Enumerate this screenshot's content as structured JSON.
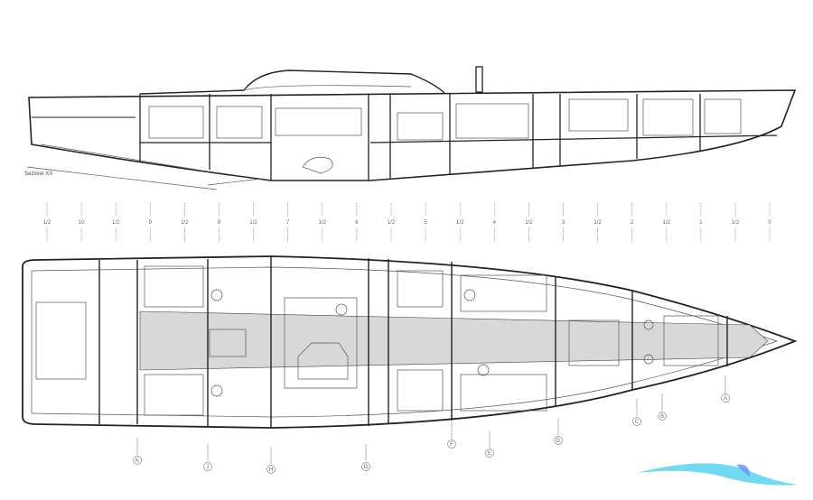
{
  "profile": {
    "section_label": "Sezione XX"
  },
  "stations": [
    "1/2",
    "10",
    "1/2",
    "9",
    "1/2",
    "8",
    "1/2",
    "7",
    "1/2",
    "6",
    "1/2",
    "5",
    "1/2",
    "4",
    "1/2",
    "3",
    "1/2",
    "2",
    "1/2",
    "1",
    "1/2",
    "0"
  ],
  "frames": [
    "K",
    "J",
    "H",
    "G",
    "F",
    "E",
    "D",
    "C",
    "B",
    "A"
  ],
  "watermark": {
    "colors": [
      "#4fd0f0",
      "#6a8cf0"
    ]
  }
}
